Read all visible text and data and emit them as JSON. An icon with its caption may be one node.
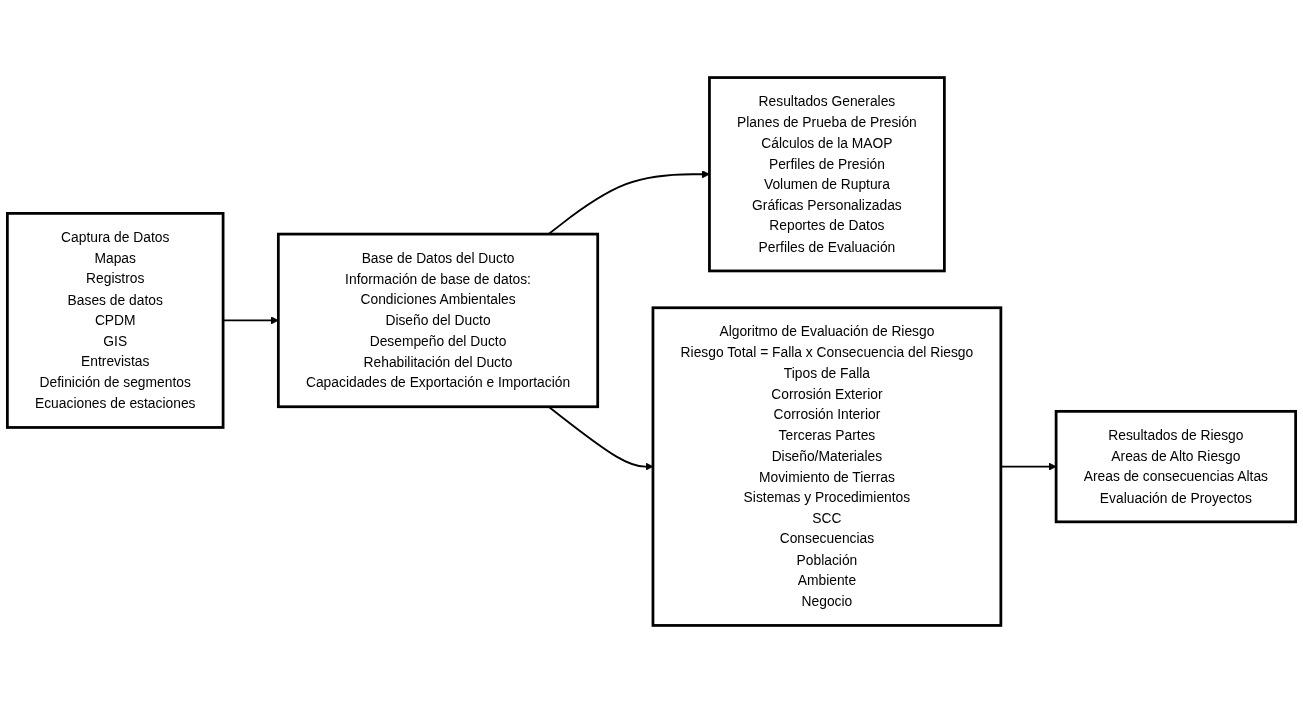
{
  "diagram": {
    "nodes": [
      {
        "text": [
          "Captura de Datos",
          "Mapas",
          "Registros",
          "Bases de datos",
          "CPDM",
          "GIS",
          "Entrevistas",
          "Definición de segmentos",
          "Ecuaciones de estaciones"
        ]
      },
      {
        "text": [
          "Base de Datos del Ducto",
          "Información de base de datos:",
          "Condiciones Ambientales",
          "Diseño del Ducto",
          "Desempeño del Ducto",
          "Rehabilitación del Ducto",
          "Capacidades de Exportación e Importación"
        ]
      },
      {
        "text": [
          "Resultados Generales",
          "Planes de Prueba de Presión",
          "Cálculos de la MAOP",
          "Perfiles de Presión",
          "Volumen de Ruptura",
          "Gráficas Personalizadas",
          "Reportes de Datos",
          "Perfiles de Evaluación"
        ]
      },
      {
        "text": [
          "Algoritmo de Evaluación de Riesgo",
          "Riesgo Total = Falla x Consecuencia del Riesgo",
          "Tipos de Falla",
          "Corrosión Exterior",
          "Corrosión Interior",
          "Terceras Partes",
          "Diseño/Materiales",
          "Movimiento de Tierras",
          "Sistemas y Procedimientos",
          "SCC",
          "Consecuencias",
          "Población",
          "Ambiente",
          "Negocio"
        ]
      },
      {
        "text": [
          "Resultados de Riesgo",
          "Areas de Alto Riesgo",
          "Areas de consecuencias Altas",
          "Evaluación de Proyectos"
        ]
      }
    ],
    "edges": [
      {
        "from": 0,
        "to": 1,
        "arrow": "to"
      },
      {
        "from": 1,
        "to": 2,
        "arrow": "to"
      },
      {
        "from": 1,
        "to": 3,
        "arrow": "to"
      },
      {
        "from": 3,
        "to": 4,
        "arrow": "to"
      }
    ]
  }
}
